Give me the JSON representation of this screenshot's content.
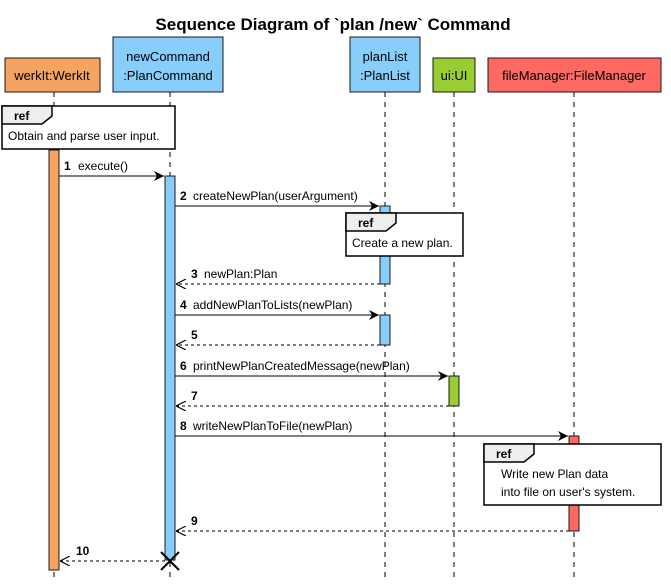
{
  "diagram": {
    "title": "Sequence Diagram of `plan /new` Command",
    "participants": [
      {
        "id": "werkit",
        "lines": [
          "werkIt:WerkIt"
        ],
        "color": "#F4A460"
      },
      {
        "id": "newcommand",
        "lines": [
          "newCommand",
          ":PlanCommand"
        ],
        "color": "#87CEFA"
      },
      {
        "id": "planlist",
        "lines": [
          "planList",
          ":PlanList"
        ],
        "color": "#87CEFA"
      },
      {
        "id": "ui",
        "lines": [
          "ui:UI"
        ],
        "color": "#9ACD32"
      },
      {
        "id": "filemanager",
        "lines": [
          "fileManager:FileManager"
        ],
        "color": "#FF6961"
      }
    ],
    "ref_tag": "ref",
    "refs": [
      {
        "id": "ref-input",
        "lines": [
          "Obtain and parse user input."
        ]
      },
      {
        "id": "ref-plan",
        "lines": [
          "Create a new plan."
        ]
      },
      {
        "id": "ref-file",
        "lines": [
          "Write new Plan data",
          "into file on user's system."
        ]
      }
    ],
    "messages": [
      {
        "num": "1",
        "label": "execute()",
        "kind": "call"
      },
      {
        "num": "2",
        "label": "createNewPlan(userArgument)",
        "kind": "call"
      },
      {
        "num": "3",
        "label": "newPlan:Plan",
        "kind": "return"
      },
      {
        "num": "4",
        "label": "addNewPlanToLists(newPlan)",
        "kind": "call"
      },
      {
        "num": "5",
        "label": "",
        "kind": "return"
      },
      {
        "num": "6",
        "label": "printNewPlanCreatedMessage(newPlan)",
        "kind": "call"
      },
      {
        "num": "7",
        "label": "",
        "kind": "return"
      },
      {
        "num": "8",
        "label": "writeNewPlanToFile(newPlan)",
        "kind": "call"
      },
      {
        "num": "9",
        "label": "",
        "kind": "return"
      },
      {
        "num": "10",
        "label": "",
        "kind": "return"
      }
    ]
  }
}
